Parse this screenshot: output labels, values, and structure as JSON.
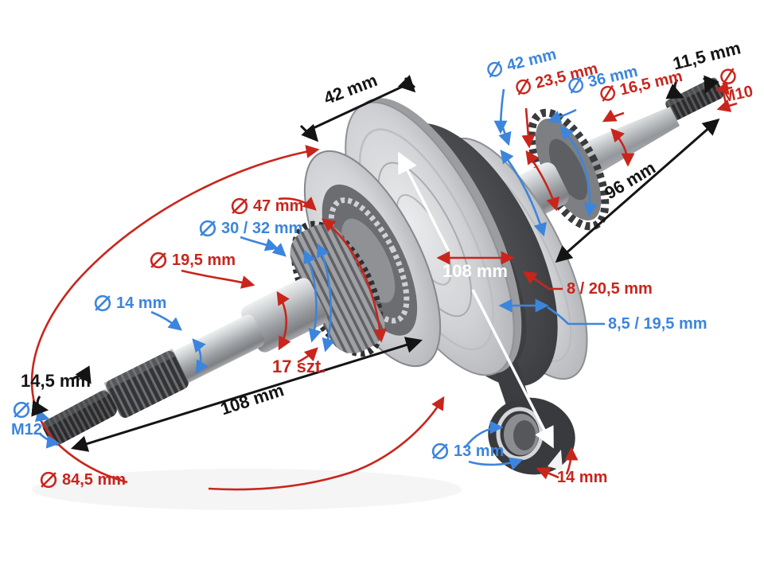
{
  "figure": {
    "background": "#ffffff",
    "colors": {
      "red": "#c9251c",
      "blue": "#3c85dd",
      "black": "#141414",
      "white": "#ffffff"
    },
    "icons": {
      "diameter_symbol": "circle-with-slash"
    }
  },
  "labels": {
    "dia_42": {
      "text": "42 mm"
    },
    "dia_23_5": {
      "text": "23,5 mm"
    },
    "dia_36": {
      "text": "36 mm"
    },
    "dia_16_5": {
      "text": "16,5 mm"
    },
    "dim_11_5": {
      "text": "11,5 mm"
    },
    "thread_m10": {
      "text": "M10"
    },
    "dim_42_top": {
      "text": "42 mm"
    },
    "dim_96": {
      "text": "96 mm"
    },
    "dia_47": {
      "text": "47 mm"
    },
    "dia_30_32": {
      "text": "30 / 32 mm"
    },
    "dia_19_5": {
      "text": "19,5 mm"
    },
    "dia_14": {
      "text": "14 mm"
    },
    "spline_count": {
      "text": "17 szt."
    },
    "dim_14_5": {
      "text": "14,5 mm"
    },
    "thread_m12": {
      "text": "M12"
    },
    "dia_84_5": {
      "text": "84,5 mm"
    },
    "dim_108_bottom": {
      "text": "108 mm"
    },
    "dim_108_center": {
      "text": "108 mm"
    },
    "dim_8_20_5": {
      "text": "8 / 20,5 mm"
    },
    "dim_8_5_19_5": {
      "text": "8,5 / 19,5 mm"
    },
    "dia_13": {
      "text": "13 mm"
    },
    "dim_14_bottom": {
      "text": "14 mm"
    }
  }
}
